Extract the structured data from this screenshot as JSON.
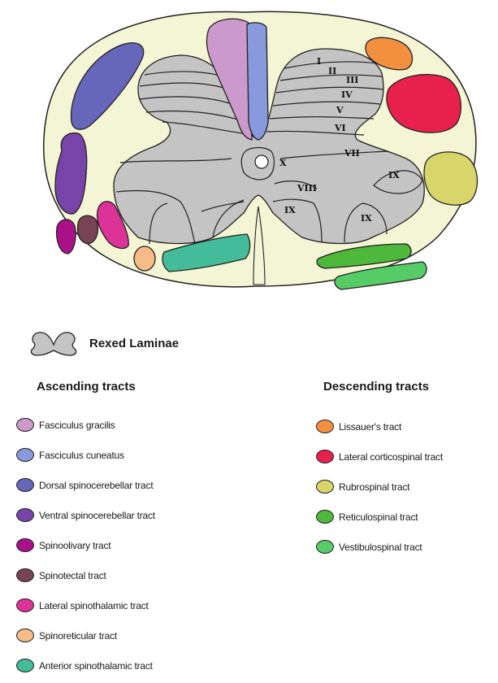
{
  "laminae_labels": [
    "I",
    "II",
    "III",
    "IV",
    "V",
    "VI",
    "VII",
    "VIII",
    "IX",
    "IX",
    "IX",
    "X"
  ],
  "legend": {
    "rexed_label": "Rexed Laminae",
    "ascending_title": "Ascending tracts",
    "descending_title": "Descending tracts",
    "ascending": [
      {
        "label": "Fasciculus gracilis",
        "color": "#cc99cc"
      },
      {
        "label": "Fasciculus cuneatus",
        "color": "#8899dd"
      },
      {
        "label": "Dorsal spinocerebellar tract",
        "color": "#6666bb"
      },
      {
        "label": "Ventral spinocerebellar tract",
        "color": "#7744aa"
      },
      {
        "label": "Spinoolivary tract",
        "color": "#aa1188"
      },
      {
        "label": "Spinotectal tract",
        "color": "#774455"
      },
      {
        "label": "Lateral spinothalamic tract",
        "color": "#dd3399"
      },
      {
        "label": "Spinoreticular tract",
        "color": "#f7bb88"
      },
      {
        "label": "Anterior spinothalamic tract",
        "color": "#44bb99"
      }
    ],
    "descending": [
      {
        "label": "Lissauer's tract",
        "color": "#f39040"
      },
      {
        "label": "Lateral corticospinal tract",
        "color": "#e8204c"
      },
      {
        "label": "Rubrospinal tract",
        "color": "#d8d66a"
      },
      {
        "label": "Reticulospinal tract",
        "color": "#4db83b"
      },
      {
        "label": "Vestibulospinal tract",
        "color": "#55cc66"
      }
    ]
  },
  "colors": {
    "white_matter": "#f4f5d4",
    "grey_matter": "#c4c4c4",
    "outline": "#222222"
  }
}
